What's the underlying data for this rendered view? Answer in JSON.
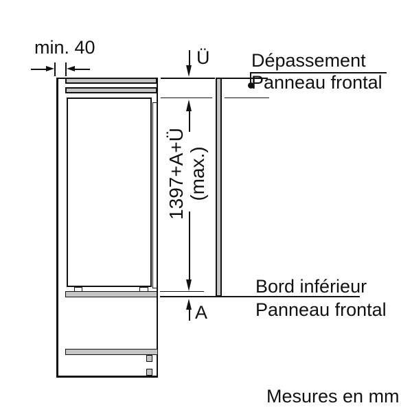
{
  "diagram": {
    "dimensions": {
      "wall_clearance": {
        "label": "min. 40"
      },
      "overhang_top": {
        "label": "Ü"
      },
      "panel_height": {
        "label": "1397+A+Ü",
        "qualifier": "(max.)"
      },
      "overhang_bottom": {
        "label": "A"
      }
    },
    "annotations": {
      "top": {
        "line1": "Dépassement",
        "line2": "Panneau frontal"
      },
      "bottom": {
        "line1": "Bord inférieur",
        "line2": "Panneau frontal"
      }
    },
    "footer": {
      "unit_note": "Mesures en mm"
    },
    "colors": {
      "line": "#111111",
      "panel_fill": "#c4c6c6",
      "background": "#ffffff"
    }
  }
}
